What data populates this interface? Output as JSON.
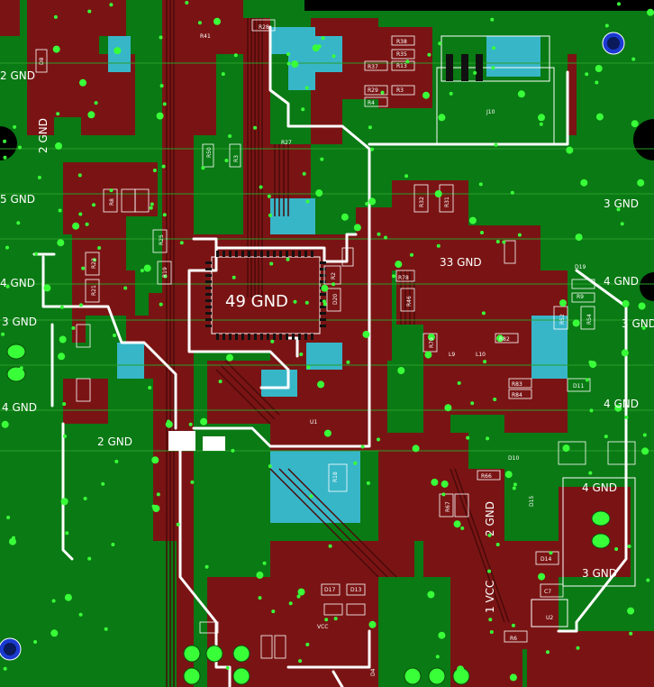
{
  "board": {
    "colors": {
      "substrate": "#0a7a14",
      "copper_top": "#7a1414",
      "copper_bottom": "#37b6c8",
      "trace_highlight": "#ffffff",
      "via": "#39ff39",
      "silkscreen": "#ffffff",
      "hole": "#0a2a7a"
    },
    "nets": {
      "gnd2_left": "2 GND",
      "gnd2_mid": "2 GND",
      "gnd3_left": "3 GND",
      "gnd3_right": "3 GND",
      "gnd4_left": "4 GND",
      "gnd4_right": "4 GND",
      "gnd5_left": "5 GND",
      "gnd33": "33 GND",
      "gnd49": "49 GND",
      "gnd4_lower": "4 GND",
      "gnd3_lower": "3 GND",
      "vcc1": "1 VCC"
    },
    "refs": {
      "r28a": "R28",
      "r41": "R41",
      "r38": "R38",
      "r35": "R35",
      "r13": "R13",
      "r37": "R37",
      "r29": "R29",
      "r3": "R3",
      "r4": "R4",
      "r27": "R27",
      "r50": "R50",
      "r3b": "R3",
      "r8": "R8",
      "r22": "R22",
      "r25": "R25",
      "r19": "R19",
      "r21": "R21",
      "r78": "R78",
      "r46": "R46",
      "r79": "R79",
      "r32": "R32",
      "r31": "R31",
      "r82": "R82",
      "r83": "R83",
      "r84": "R84",
      "r9": "R9",
      "r54": "R54",
      "r52": "R52",
      "r66": "R66",
      "r67": "R67",
      "r6": "R6",
      "r18": "R18",
      "r2": "R2",
      "j10": "J10",
      "d19": "D19",
      "d11": "D11",
      "d10": "D10",
      "d14": "D14",
      "d15": "D15",
      "d17": "D17",
      "d13": "D13",
      "d20": "D20",
      "d4": "D4",
      "d8": "D8",
      "c7": "C7",
      "u2": "U2",
      "l9": "L9",
      "l10": "L10",
      "u1": "U1",
      "vcc_small": "VCC"
    }
  }
}
